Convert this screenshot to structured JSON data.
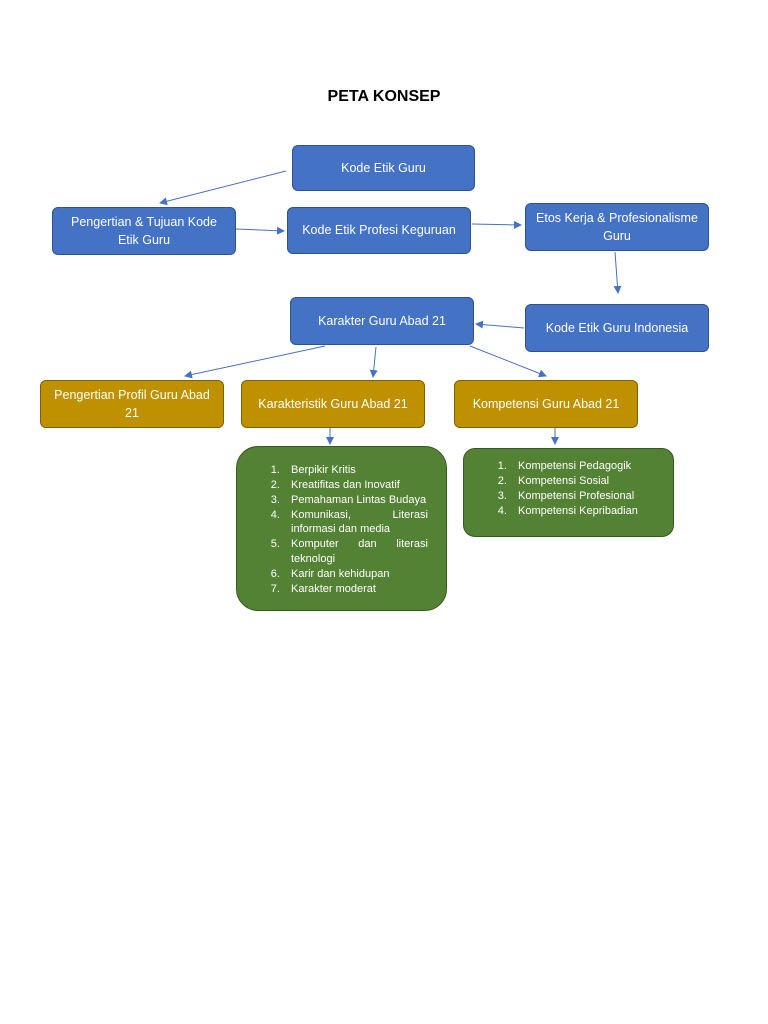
{
  "title": "PETA KONSEP",
  "nodes": {
    "kode_etik_guru": "Kode Etik Guru",
    "pengertian_tujuan": "Pengertian & Tujuan Kode Etik Guru",
    "kode_etik_profesi": "Kode Etik Profesi Keguruan",
    "etos_kerja": "Etos Kerja & Profesionalisme Guru",
    "kode_etik_indonesia": "Kode Etik Guru Indonesia",
    "karakter_guru": "Karakter Guru Abad 21",
    "pengertian_profil": "Pengertian Profil Guru Abad 21",
    "karakteristik_guru": "Karakteristik Guru Abad 21",
    "kompetensi_guru": "Kompetensi Guru Abad 21"
  },
  "karakteristik_list": [
    "Berpikir Kritis",
    "Kreatifitas dan Inovatif",
    "Pemahaman Lintas Budaya",
    "Komunikasi, Literasi informasi dan media",
    "Komputer dan literasi teknologi",
    "Karir dan kehidupan",
    "Karakter moderat"
  ],
  "kompetensi_list": [
    "Kompetensi Pedagogik",
    "Kompetensi Sosial",
    "Kompetensi Profesional",
    "Kompetensi Kepribadian"
  ],
  "colors": {
    "blue_fill": "#4472c4",
    "gold_fill": "#bf9000",
    "green_fill": "#548235",
    "arrow": "#4472c4"
  }
}
